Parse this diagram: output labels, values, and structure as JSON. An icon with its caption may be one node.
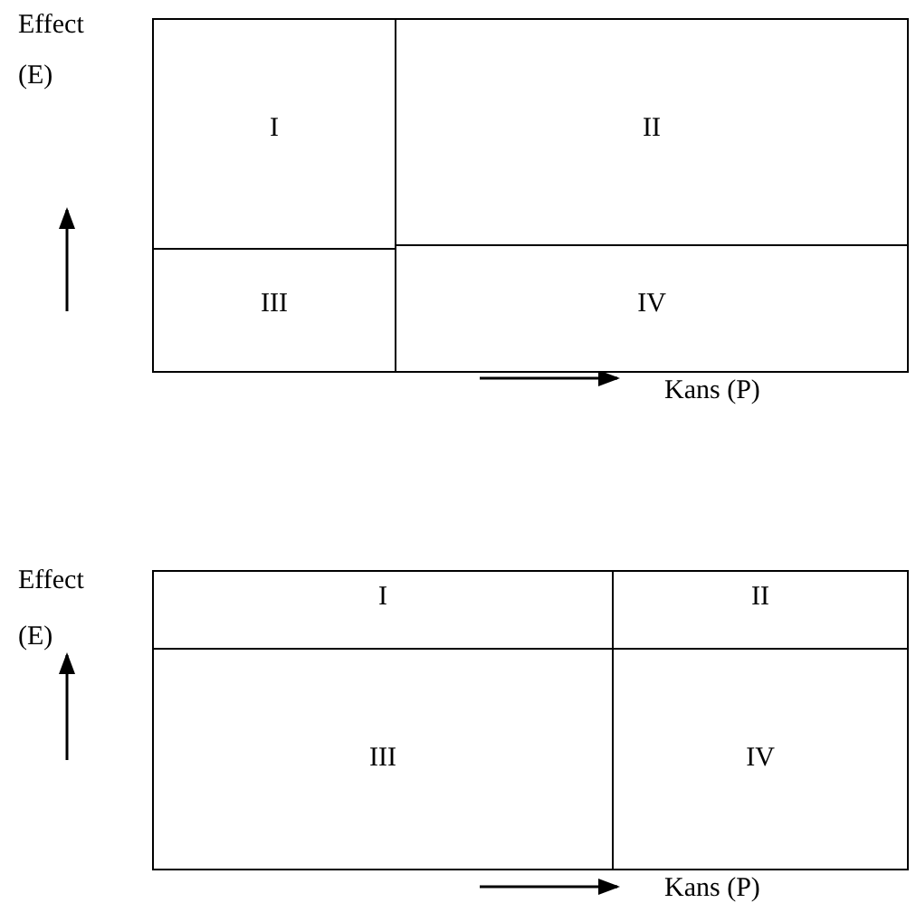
{
  "diagram": {
    "nodes": [
      {
        "text": [
          "I"
        ]
      },
      {
        "text": [
          "II"
        ]
      },
      {
        "text": [
          "III"
        ]
      },
      {
        "text": [
          "IV"
        ]
      },
      {
        "text": [
          "I"
        ]
      },
      {
        "text": [
          "II"
        ]
      },
      {
        "text": [
          "III"
        ]
      },
      {
        "text": [
          "IV"
        ]
      }
    ],
    "labels": [
      "Effect",
      "(E)",
      "Kans (P)",
      "Effect",
      "(E)",
      "Kans (P)"
    ]
  }
}
